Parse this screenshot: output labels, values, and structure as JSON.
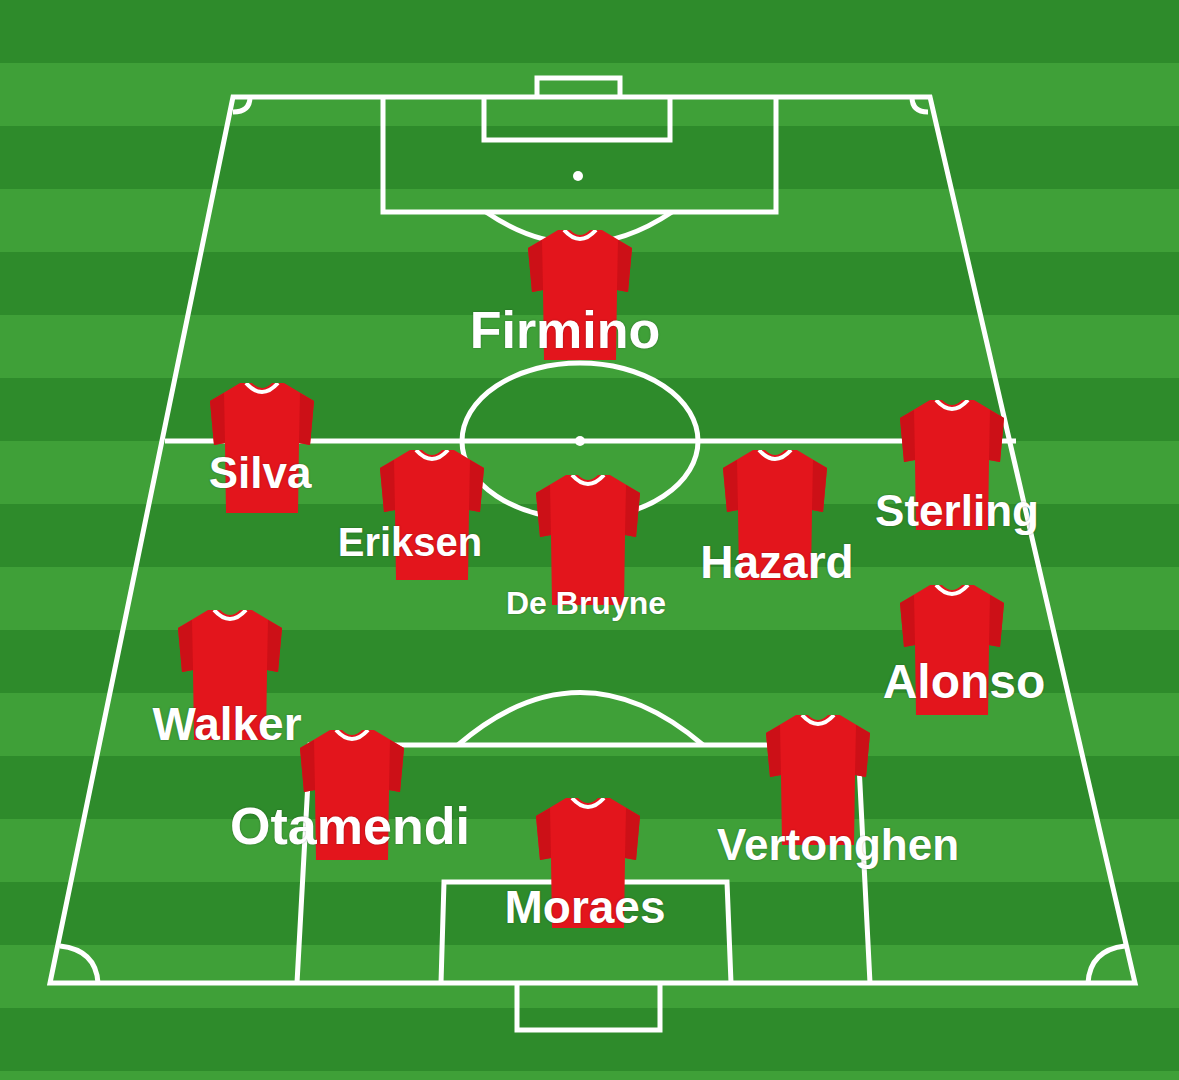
{
  "diagram": {
    "labels": [
      "Firmino",
      "Silva",
      "Sterling",
      "Eriksen",
      "De Bruyne",
      "Hazard",
      "Alonso",
      "Walker",
      "Otamendi",
      "Vertonghen",
      "Moraes"
    ]
  }
}
